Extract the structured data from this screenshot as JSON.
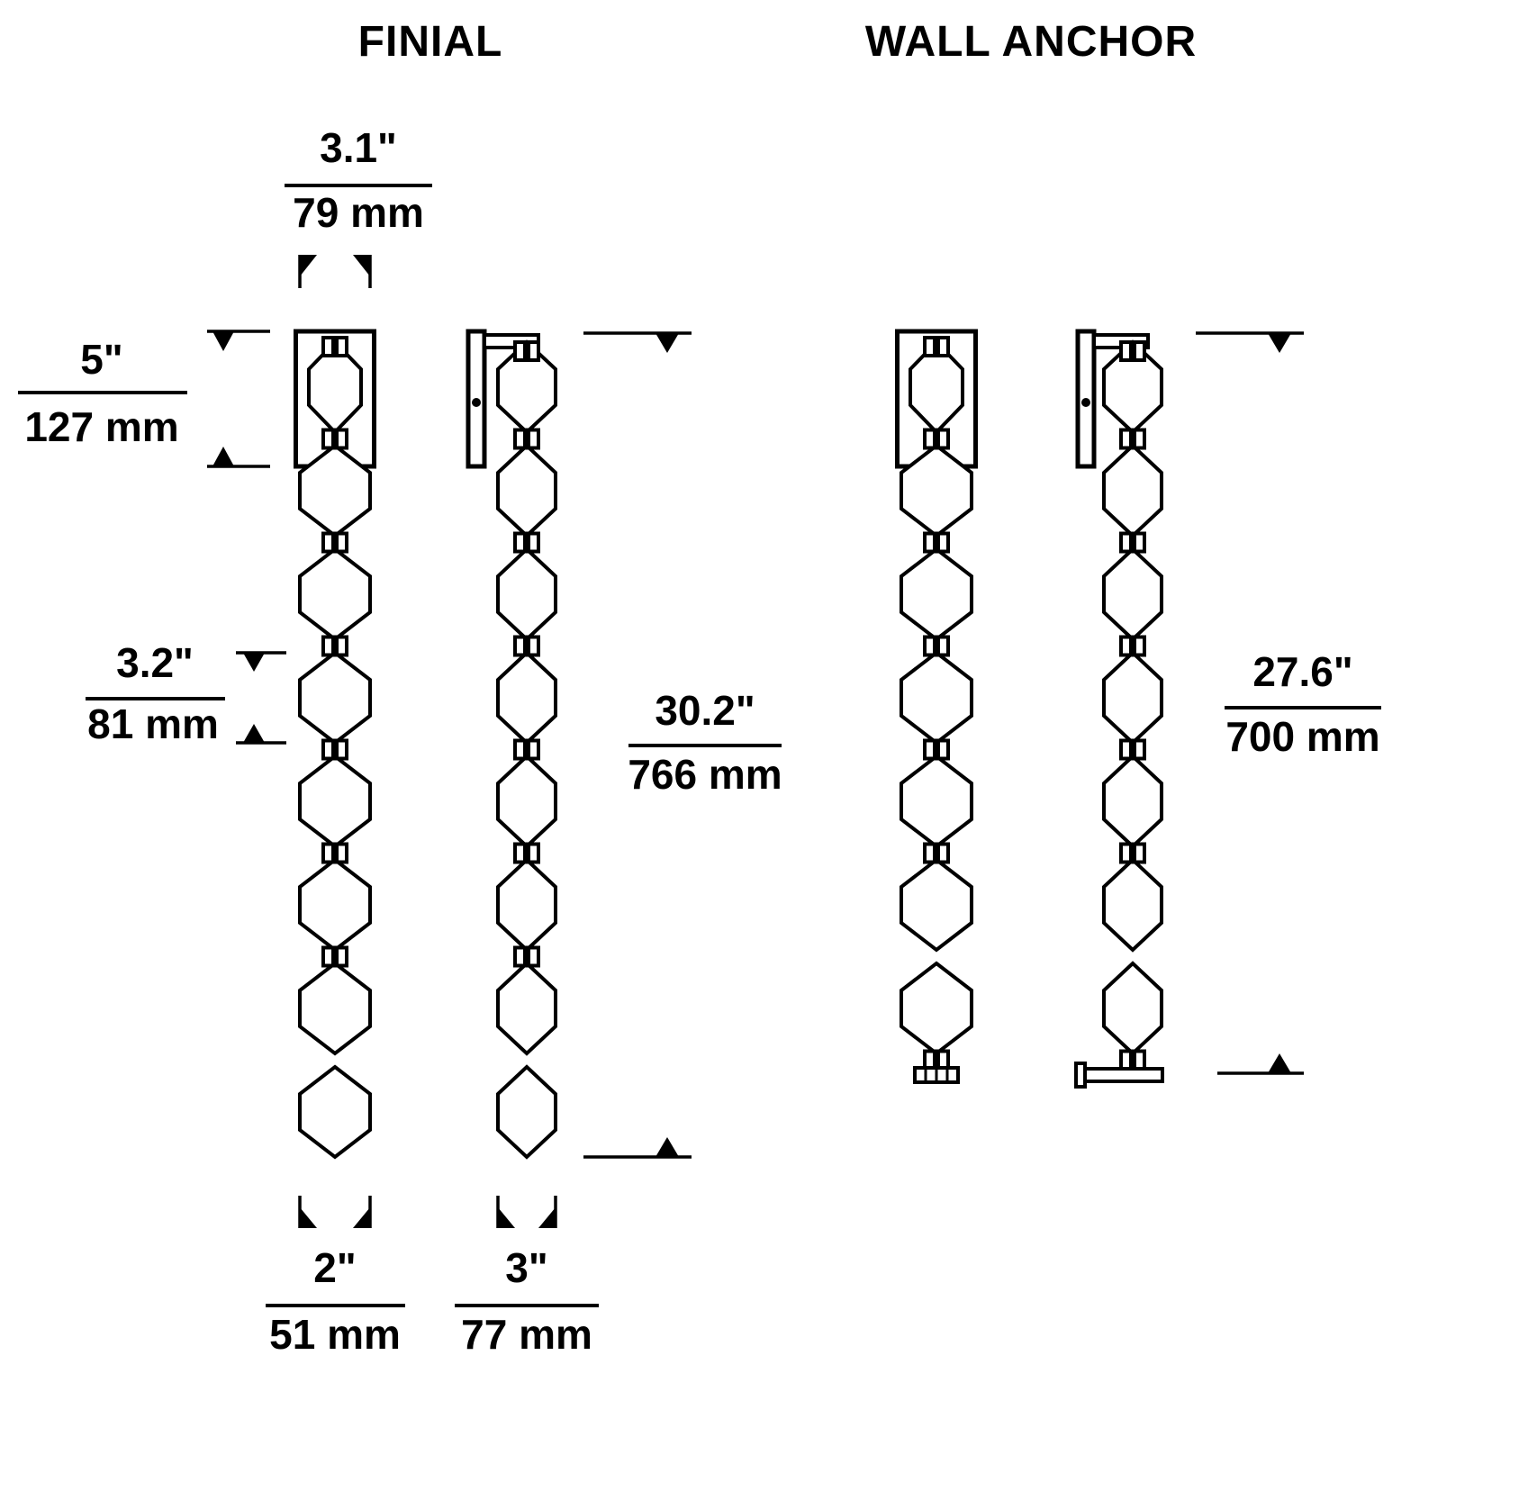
{
  "titles": {
    "finial": "FINIAL",
    "wall_anchor": "WALL ANCHOR"
  },
  "dimensions": {
    "backplate_width": {
      "inches": "3.1\"",
      "metric": "79 mm"
    },
    "backplate_height": {
      "inches": "5\"",
      "metric": "127 mm"
    },
    "crystal_height": {
      "inches": "3.2\"",
      "metric": "81 mm"
    },
    "finial_overall_height": {
      "inches": "30.2\"",
      "metric": "766 mm"
    },
    "wall_anchor_overall_height": {
      "inches": "27.6\"",
      "metric": "700 mm"
    },
    "fixture_width": {
      "inches": "2\"",
      "metric": "51 mm"
    },
    "fixture_depth": {
      "inches": "3\"",
      "metric": "77 mm"
    }
  },
  "diagram": {
    "line_color": "#000000",
    "background_color": "#ffffff",
    "finial_crystal_count": 8,
    "wall_anchor_crystal_count": 7,
    "views": [
      "finial-front",
      "finial-side",
      "wall-anchor-front",
      "wall-anchor-side"
    ]
  }
}
